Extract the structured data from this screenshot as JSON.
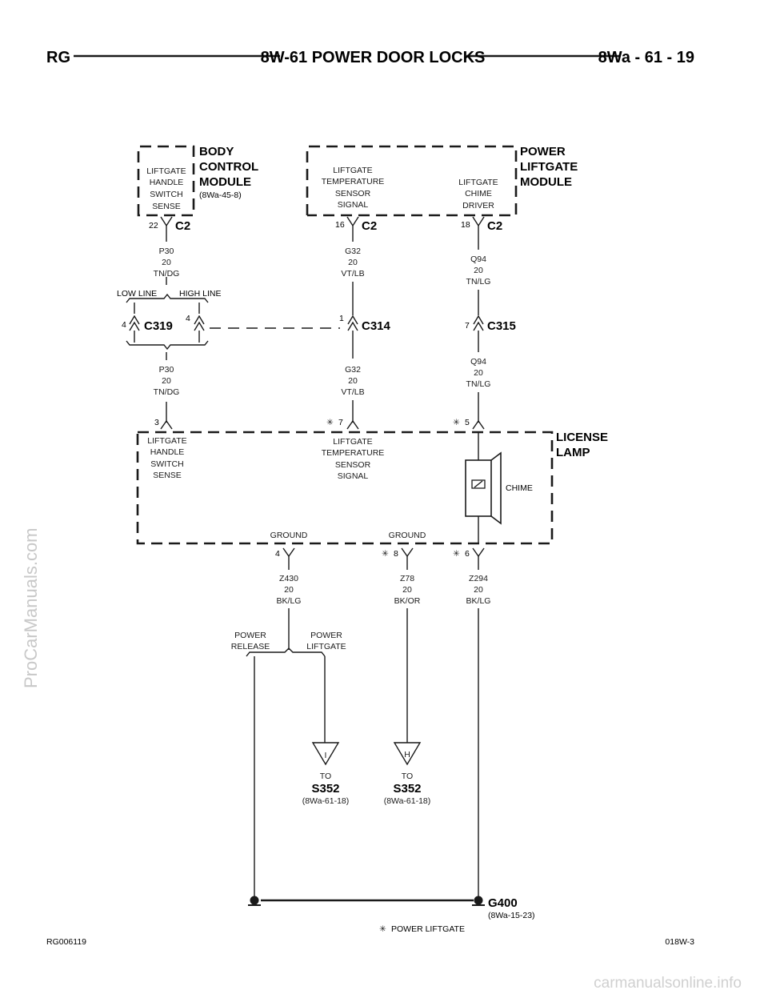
{
  "header": {
    "left": "RG",
    "title": "8W-61 POWER DOOR LOCKS",
    "right": "8Wa - 61 - 19"
  },
  "bcm": {
    "name1": "BODY",
    "name2": "CONTROL",
    "name3": "MODULE",
    "ref": "(8Wa-45-8)",
    "sig": [
      "LIFTGATE",
      "HANDLE",
      "SWITCH",
      "SENSE"
    ],
    "pin": "22",
    "conn": "C2"
  },
  "plm": {
    "name1": "POWER",
    "name2": "LIFTGATE",
    "name3": "MODULE",
    "sig1": [
      "LIFTGATE",
      "TEMPERATURE",
      "SENSOR",
      "SIGNAL"
    ],
    "pin1": "16",
    "conn1": "C2",
    "sig2": [
      "LIFTGATE",
      "CHIME",
      "DRIVER"
    ],
    "pin2": "18",
    "conn2": "C2"
  },
  "wires": {
    "p30_top": [
      "P30",
      "20",
      "TN/DG"
    ],
    "g32_top": [
      "G32",
      "20",
      "VT/LB"
    ],
    "q94_top": [
      "Q94",
      "20",
      "TN/LG"
    ],
    "p30_bot": [
      "P30",
      "20",
      "TN/DG"
    ],
    "g32_bot": [
      "G32",
      "20",
      "VT/LB"
    ],
    "q94_bot": [
      "Q94",
      "20",
      "TN/LG"
    ],
    "z430": [
      "Z430",
      "20",
      "BK/LG"
    ],
    "z78": [
      "Z78",
      "20",
      "BK/OR"
    ],
    "z294": [
      "Z294",
      "20",
      "BK/LG"
    ]
  },
  "c319": {
    "name": "C319",
    "pin_left": "4",
    "pin_right": "4",
    "low": "LOW LINE",
    "high": "HIGH LINE"
  },
  "c314": {
    "name": "C314",
    "pin": "1"
  },
  "c315": {
    "name": "C315",
    "pin": "7"
  },
  "lamp": {
    "name1": "LICENSE",
    "name2": "LAMP",
    "sig1": [
      "LIFTGATE",
      "HANDLE",
      "SWITCH",
      "SENSE"
    ],
    "sig2": [
      "LIFTGATE",
      "TEMPERATURE",
      "SENSOR",
      "SIGNAL"
    ],
    "chime": "CHIME",
    "ground1": "GROUND",
    "ground2": "GROUND",
    "pin3": "3",
    "pin7": "7",
    "pin5": "5",
    "pin4": "4",
    "pin8": "8",
    "pin6": "6"
  },
  "split": {
    "left1": "POWER",
    "left2": "RELEASE",
    "right1": "POWER",
    "right2": "LIFTGATE"
  },
  "to1": {
    "letter": "I",
    "to": "TO",
    "name": "S352",
    "ref": "(8Wa-61-18)"
  },
  "to2": {
    "letter": "H",
    "to": "TO",
    "name": "S352",
    "ref": "(8Wa-61-18)"
  },
  "g400": {
    "name": "G400",
    "ref": "(8Wa-15-23)"
  },
  "footnote": "POWER LIFTGATE",
  "footer": {
    "left": "RG006119",
    "right": "018W-3"
  },
  "watermarks": {
    "side": "ProCarManuals.com",
    "bottom": "carmanualsonline.info"
  }
}
